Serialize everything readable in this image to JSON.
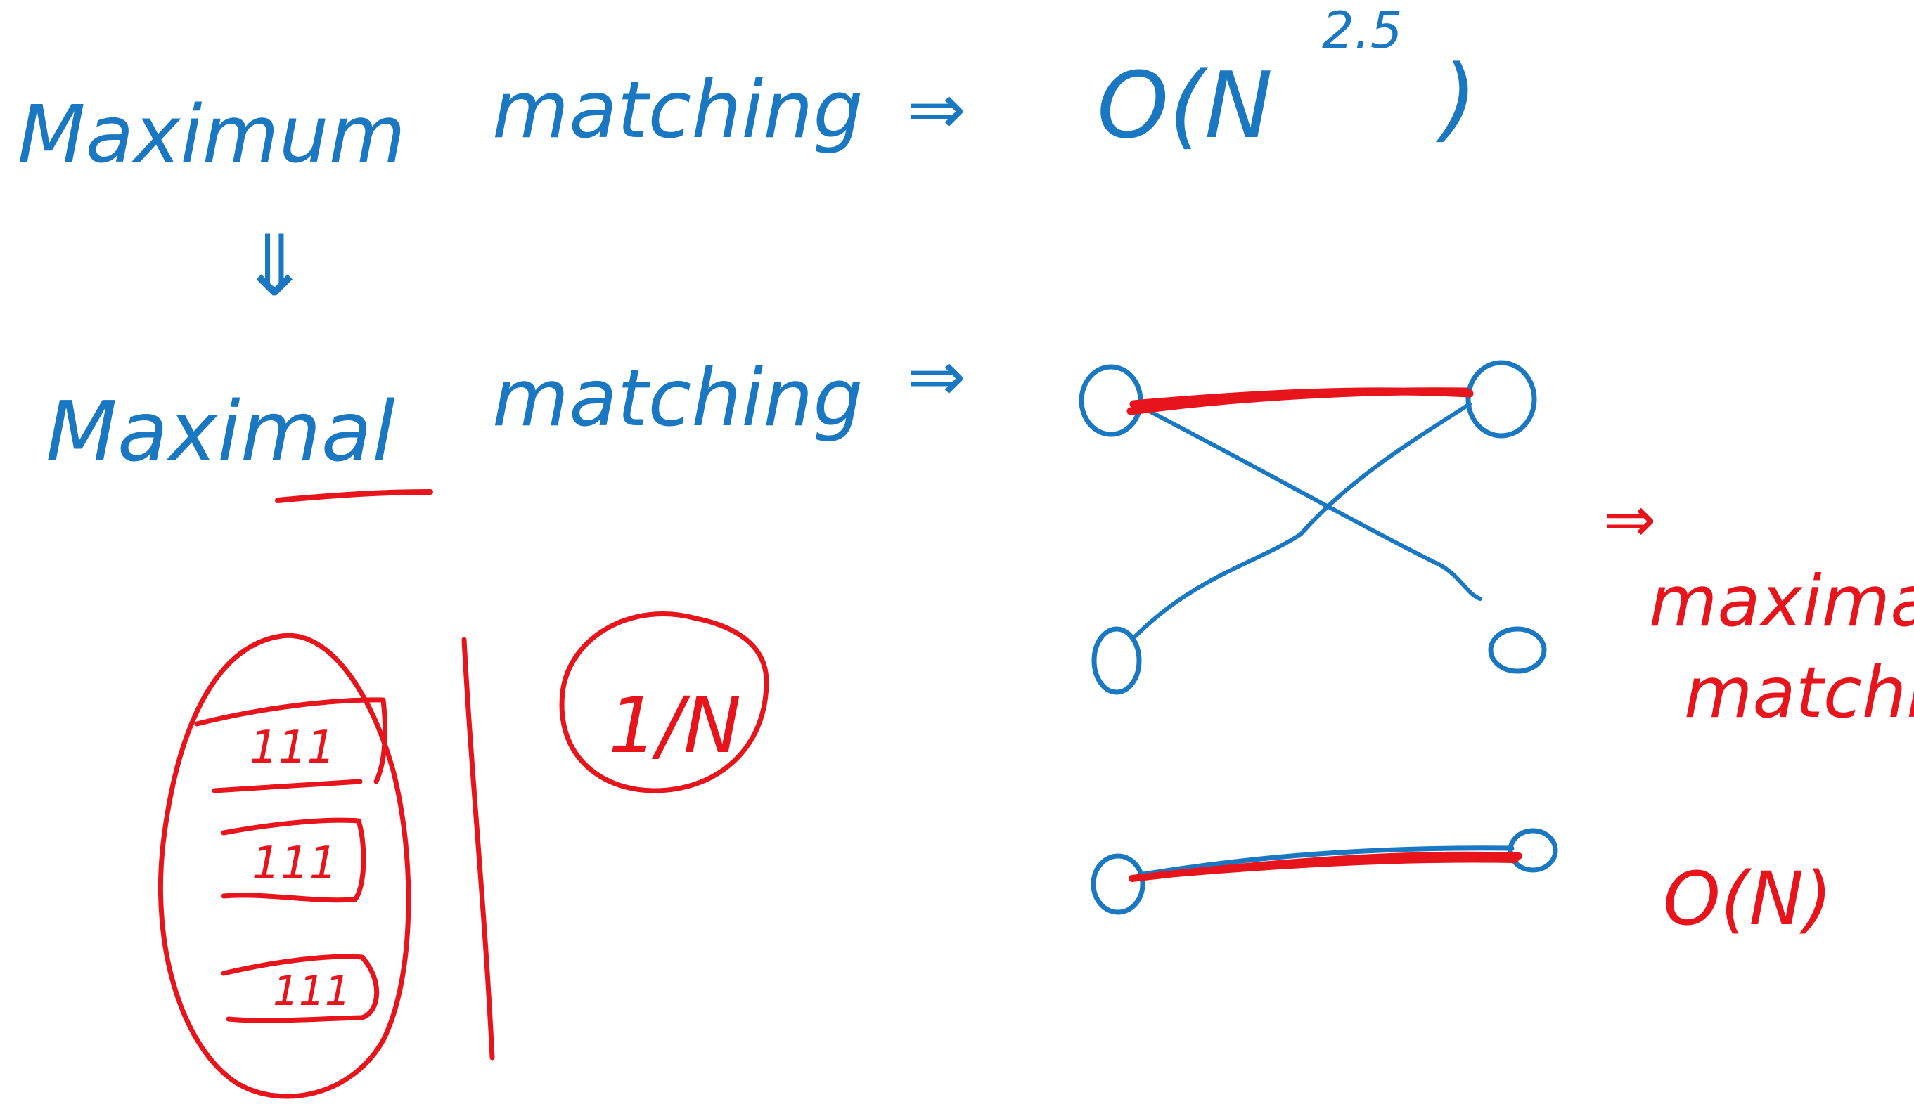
{
  "colors": {
    "blue_ink": "#1a78c2",
    "red_ink": "#e8141c",
    "background": "#ffffff"
  },
  "notes": {
    "maximum_label": "Maximum",
    "matching_label_1": "matching",
    "implies_1": "⇒",
    "complexity_maximum": "O(N",
    "complexity_exponent": "2.5",
    "complexity_close": ")",
    "down_arrow": "⇓",
    "maximal_label": "Maximal",
    "matching_label_2": "matching",
    "implies_2": "⇒",
    "implies_3": "⇒",
    "maximal_matching_red": "maximal",
    "matching_red": "matching",
    "complexity_maximal": "O(N)",
    "fraction_circled": "1/N",
    "stack_rows": [
      "111",
      "111",
      "111"
    ]
  }
}
